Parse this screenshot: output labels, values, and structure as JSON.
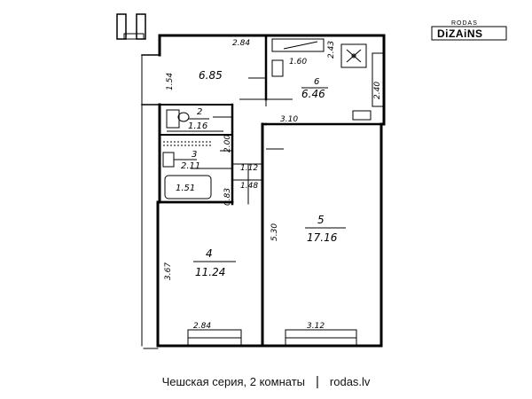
{
  "logo": {
    "top_text": "RODAS",
    "main_text": "DiZAiNS"
  },
  "rooms": [
    {
      "number": "",
      "area": "6.85"
    },
    {
      "number": "6",
      "area": "6.46"
    },
    {
      "number": "2",
      "area": "1.16"
    },
    {
      "number": "3",
      "area": "2.11"
    },
    {
      "number": "",
      "area": "1.51"
    },
    {
      "number": "5",
      "area": "17.16"
    },
    {
      "number": "4",
      "area": "11.24"
    }
  ],
  "dimensions": {
    "top_width": "2.84",
    "hall_height": "1.54",
    "wc_inner": "1.60",
    "kitchen_wall": "2.43",
    "kitchen_height": "2.40",
    "kitchen_width": "3.10",
    "bath_height": "2.00",
    "small_a": "1.12",
    "small_b": "1.48",
    "small_c": "0.83",
    "room5_height": "5.30",
    "room4_height": "3.67",
    "room4_width": "2.84",
    "room5_width": "3.12"
  },
  "caption": {
    "text": "Чешская серия, 2 комнаты",
    "separator": "|",
    "site": "rodas.lv"
  }
}
